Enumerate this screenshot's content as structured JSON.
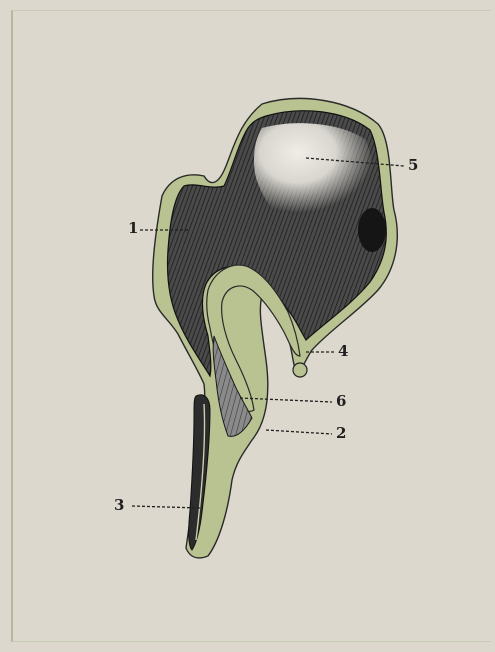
{
  "figure": {
    "labels": [
      {
        "id": "label-1",
        "text": "1"
      },
      {
        "id": "label-2",
        "text": "2"
      },
      {
        "id": "label-3",
        "text": "3"
      },
      {
        "id": "label-4",
        "text": "4"
      },
      {
        "id": "label-5",
        "text": "5"
      },
      {
        "id": "label-6",
        "text": "6"
      }
    ]
  },
  "colors": {
    "background": "#dcd8cd",
    "tissue_green": "#b9c291",
    "cavity_dark": "#3a3a3a",
    "ink": "#1f1f1f"
  }
}
